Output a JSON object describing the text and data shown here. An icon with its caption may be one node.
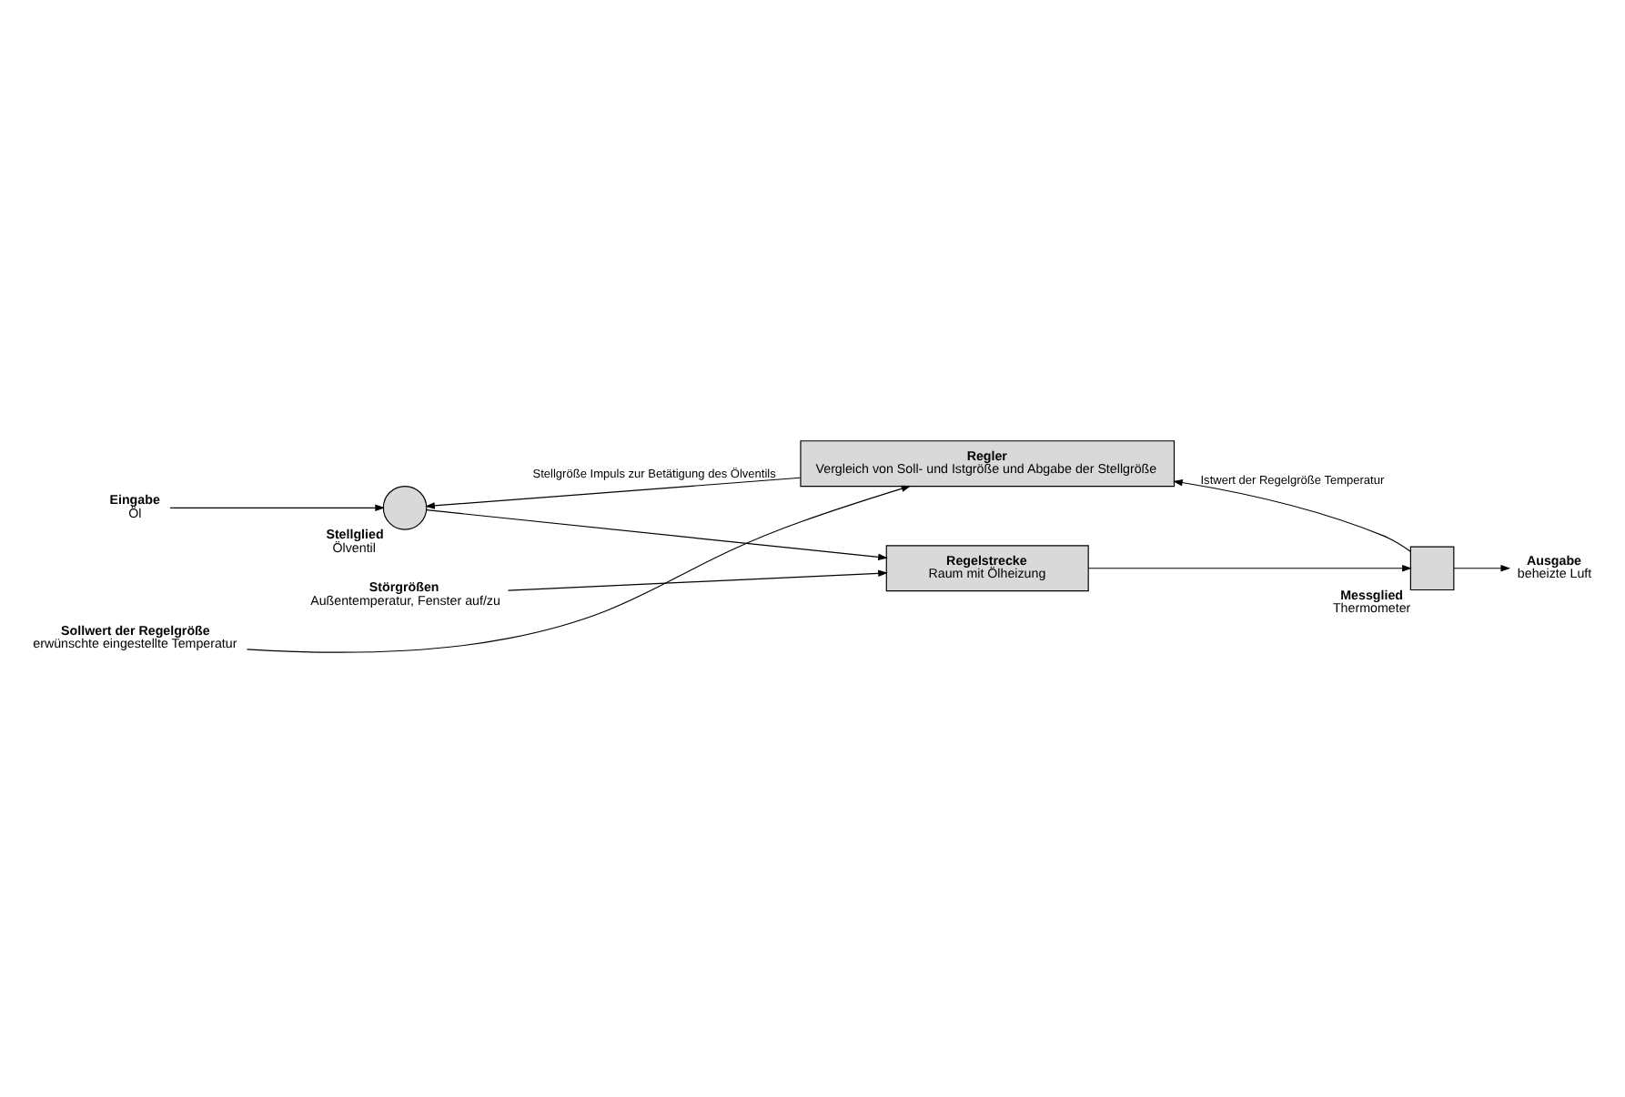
{
  "diagram": {
    "nodes": [
      {
        "text": [
          "Regler",
          "Vergleich von Soll- und Istgröße und Abgabe der Stellgröße"
        ]
      },
      {
        "text": [
          "Stellglied",
          "Ölventil"
        ]
      },
      {
        "text": [
          "Regelstrecke",
          "Raum mit Ölheizung"
        ]
      },
      {
        "text": [
          "Messglied",
          "Thermometer"
        ]
      },
      {
        "text": [
          "Eingabe",
          "Öl"
        ]
      },
      {
        "text": [
          "Sollwert der Regelgröße",
          "erwünschte eingestellte Temperatur"
        ]
      },
      {
        "text": [
          "Ausgabe",
          "beheizte Luft"
        ]
      },
      {
        "text": [
          "Störgrößen",
          "Außentemperatur, Fenster auf/zu"
        ]
      }
    ],
    "edges": [
      {
        "from": 4,
        "to": 1,
        "arrow": "to"
      },
      {
        "from": 1,
        "to": 2,
        "arrow": "to"
      },
      {
        "from": 2,
        "to": 3,
        "arrow": "to"
      },
      {
        "from": 3,
        "to": 6,
        "arrow": "to"
      },
      {
        "from": 3,
        "to": 0,
        "arrow": "to",
        "label": "Istwert der Regelgröße Temperatur"
      },
      {
        "from": 5,
        "to": 0,
        "arrow": "to"
      },
      {
        "from": 0,
        "to": 1,
        "arrow": "to",
        "label": "Stellgröße Impuls zur Betätigung des Ölventils"
      },
      {
        "from": 7,
        "to": 2,
        "arrow": "to"
      }
    ]
  }
}
